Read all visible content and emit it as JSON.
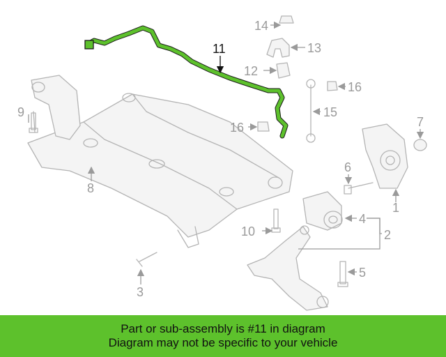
{
  "callouts": {
    "c1": "1",
    "c2": "2",
    "c3": "3",
    "c4": "4",
    "c5": "5",
    "c6": "6",
    "c7": "7",
    "c8": "8",
    "c9": "9",
    "c10": "10",
    "c11": "11",
    "c12": "12",
    "c13": "13",
    "c14": "14",
    "c15": "15",
    "c16a": "16",
    "c16b": "16"
  },
  "highlight_color": "#5dc12c",
  "banner": {
    "line1": "Part or sub-assembly is #11 in diagram",
    "line2": "Diagram may not be specific to your vehicle"
  }
}
